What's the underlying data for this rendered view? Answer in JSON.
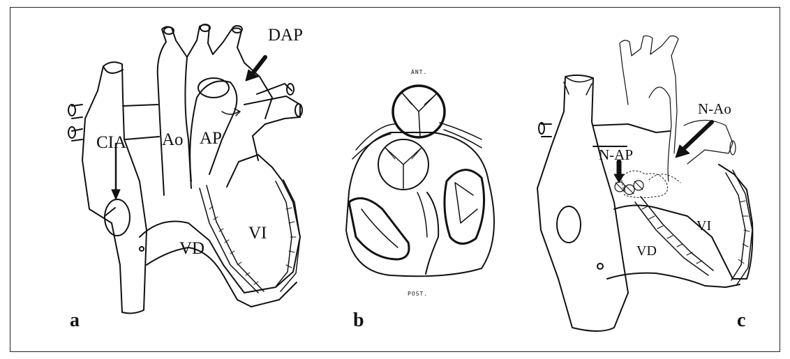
{
  "panels": {
    "a": {
      "letter": "a",
      "labels": {
        "dap": "DAP",
        "cia": "CIA",
        "ao": "Ao",
        "ap": "AP",
        "vd": "VD",
        "vi": "VI"
      }
    },
    "b": {
      "letter": "b",
      "labels": {
        "ant": "ANT.",
        "post": "POST."
      }
    },
    "c": {
      "letter": "c",
      "labels": {
        "nao": "N-Ao",
        "nap": "N-AP",
        "vd": "VD",
        "vi": "VI"
      }
    }
  },
  "colors": {
    "ink": "#111111",
    "background": "#ffffff"
  }
}
